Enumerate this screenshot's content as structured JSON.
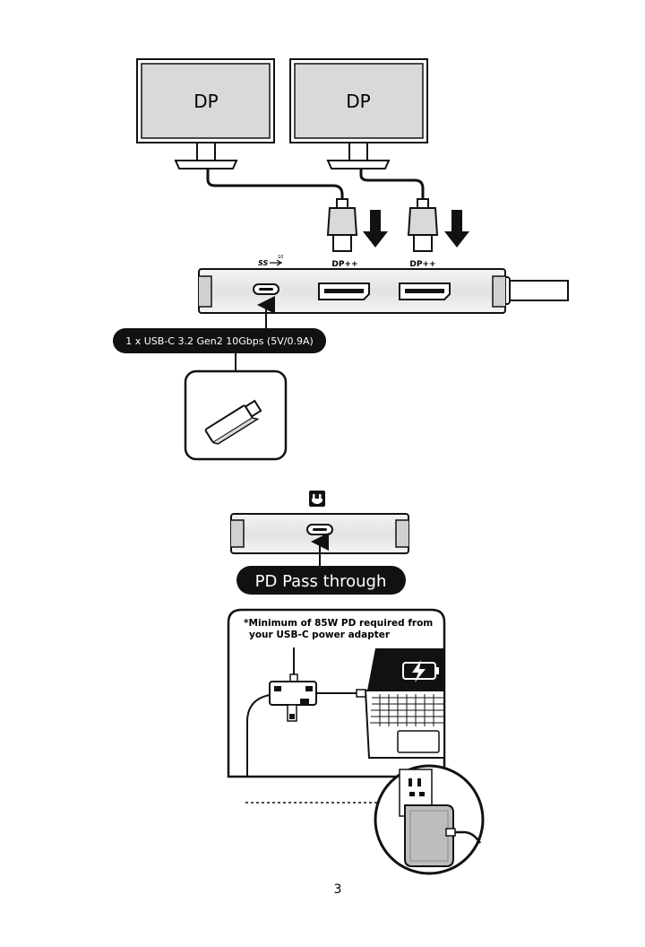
{
  "monitors": [
    {
      "label": "DP"
    },
    {
      "label": "DP"
    }
  ],
  "hub_top": {
    "usb_logo_text": "SS",
    "usb_speed_mark": "10",
    "port_labels": [
      "DP++",
      "DP++"
    ]
  },
  "usb_c_callout": "1 x USB-C 3.2 Gen2 10Gbps (5V/0.9A)",
  "pd_callout": "PD Pass through",
  "pd_note": {
    "line1": "*Minimum of 85W PD required from",
    "line2": "your USB-C power adapter"
  },
  "page_number": "3",
  "colors": {
    "ink": "#111111",
    "screen_gray": "#d9d9d9",
    "hub_gray": "#e6e6e6",
    "panel_bg": "#ffffff"
  }
}
